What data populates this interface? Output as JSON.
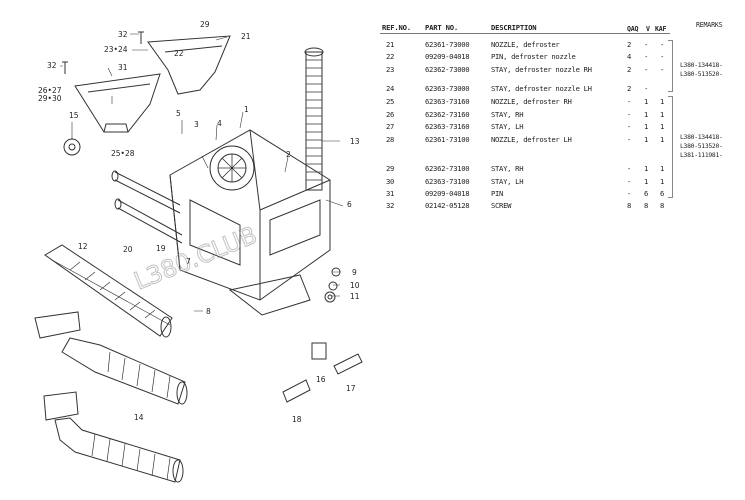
{
  "table": {
    "headers": {
      "ref_no": "REF.NO.",
      "part_no": "PART NO.",
      "description": "DESCRIPTION",
      "qty": "QAQ",
      "v": "V",
      "kaf": "KAF",
      "remarks": "REMARKS"
    },
    "rows": [
      {
        "ref": "21",
        "part": "62361-73000",
        "desc": "NOZZLE, defroster",
        "q1": "2",
        "q2": "-",
        "q3": "-"
      },
      {
        "ref": "22",
        "part": "09209-04018",
        "desc": "PIN, defroster nozzle",
        "q1": "4",
        "q2": "-",
        "q3": "-"
      },
      {
        "ref": "23",
        "part": "62362-73000",
        "desc": "STAY, defroster nozzle RH",
        "q1": "2",
        "q2": "-",
        "q3": "-"
      },
      {
        "ref": "24",
        "part": "62363-73000",
        "desc": "STAY, defroster nozzle LH",
        "q1": "2",
        "q2": "-",
        "q3": "-"
      },
      {
        "ref": "25",
        "part": "62363-73160",
        "desc": "NOZZLE, defroster RH",
        "q1": "-",
        "q2": "1",
        "q3": "1"
      },
      {
        "ref": "26",
        "part": "62362-73160",
        "desc": "STAY, RH",
        "q1": "-",
        "q2": "1",
        "q3": "1"
      },
      {
        "ref": "27",
        "part": "62363-73160",
        "desc": "STAY, LH",
        "q1": "-",
        "q2": "1",
        "q3": "1"
      },
      {
        "ref": "28",
        "part": "62361-73100",
        "desc": "NOZZLE, defroster LH",
        "q1": "-",
        "q2": "1",
        "q3": "1"
      },
      {
        "ref": "29",
        "part": "62362-73100",
        "desc": "STAY, RH",
        "q1": "-",
        "q2": "1",
        "q3": "1"
      },
      {
        "ref": "30",
        "part": "62363-73100",
        "desc": "STAY, LH",
        "q1": "-",
        "q2": "1",
        "q3": "1"
      },
      {
        "ref": "31",
        "part": "09209-04018",
        "desc": "PIN",
        "q1": "-",
        "q2": "6",
        "q3": "6"
      },
      {
        "ref": "32",
        "part": "02142-05128",
        "desc": "SCREW",
        "q1": "8",
        "q2": "8",
        "q3": "8"
      }
    ],
    "remarks": {
      "group1": [
        "L380-134418-",
        "L380-513520-"
      ],
      "group2": [
        "L380-134418-",
        "L380-513520-",
        "L381-111981-"
      ]
    }
  },
  "diagram": {
    "callouts": [
      "1",
      "2",
      "3",
      "4",
      "5",
      "6",
      "7",
      "8",
      "9",
      "10",
      "11",
      "12",
      "13",
      "14",
      "15",
      "16",
      "17",
      "18",
      "19",
      "20",
      "21",
      "22",
      "23•24",
      "25•28",
      "26•27\n29•30",
      "29",
      "31",
      "32"
    ],
    "watermark": "L380.CLUB"
  }
}
